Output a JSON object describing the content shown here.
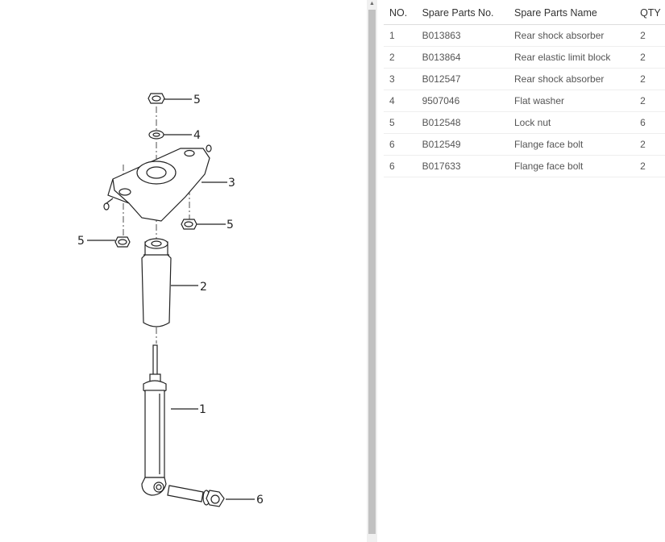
{
  "table": {
    "headers": [
      "NO.",
      "Spare Parts No.",
      "Spare Parts Name",
      "QTY"
    ],
    "rows": [
      [
        "1",
        "B013863",
        "Rear shock absorber",
        "2"
      ],
      [
        "2",
        "B013864",
        "Rear elastic limit block",
        "2"
      ],
      [
        "3",
        "B012547",
        "Rear shock absorber",
        "2"
      ],
      [
        "4",
        "9507046",
        "Flat washer",
        "2"
      ],
      [
        "5",
        "B012548",
        "Lock nut",
        "6"
      ],
      [
        "6",
        "B012549",
        "Flange face bolt",
        "2"
      ],
      [
        "6",
        "B017633",
        "Flange face bolt",
        "2"
      ]
    ]
  },
  "diagram": {
    "callouts": [
      "5",
      "4",
      "3",
      "5",
      "5",
      "2",
      "1",
      "6"
    ]
  },
  "scrollbar": {
    "up_arrow": "▲"
  }
}
